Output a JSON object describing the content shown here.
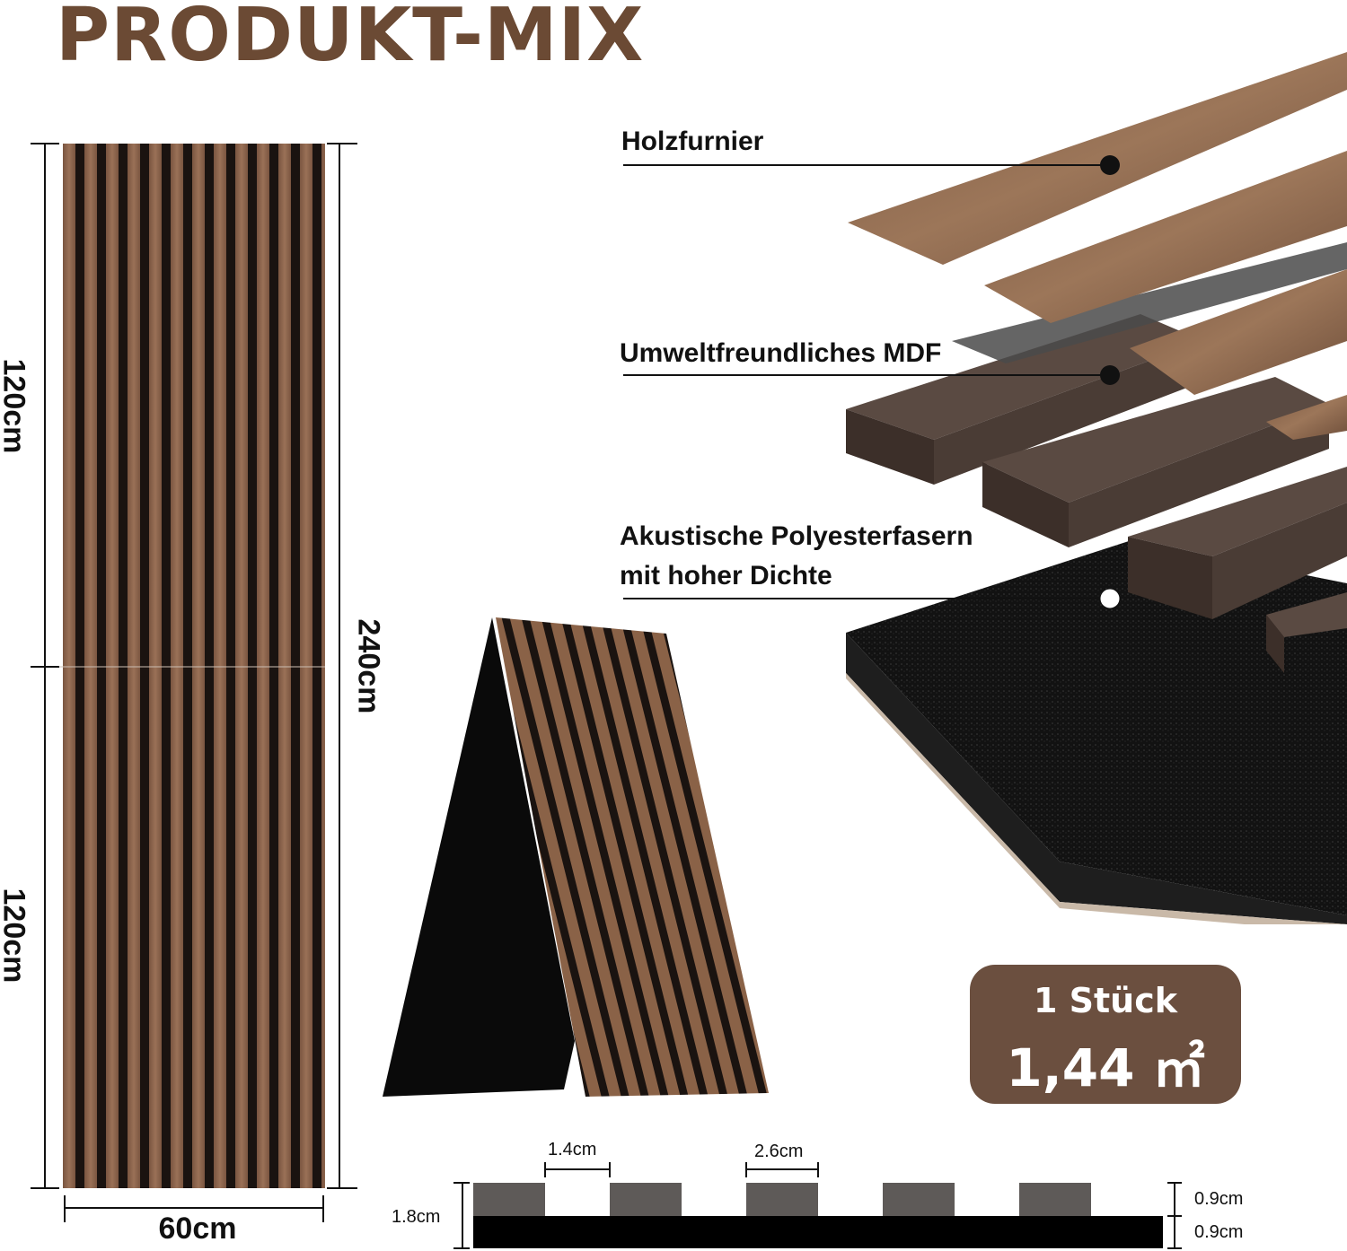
{
  "title": "PRODUKT-MIX",
  "panel_dims": {
    "upper_height": "120cm",
    "lower_height": "120cm",
    "total_height": "240cm",
    "width": "60cm"
  },
  "layers": {
    "veneer": "Holzfurnier",
    "mdf": "Umweltfreundliches MDF",
    "felt_line1": "Akustische Polyesterfasern",
    "felt_line2": "mit hoher Dichte"
  },
  "badge": {
    "line1": "1 Stück",
    "line2": "1,44 ㎡"
  },
  "profile_dims": {
    "gap": "1.4cm",
    "slat": "2.6cm",
    "total_thickness": "1.8cm",
    "slat_thickness": "0.9cm",
    "felt_thickness": "0.9cm"
  },
  "colors": {
    "brand_brown": "#6b4a34",
    "badge_bg": "#6b4f3f",
    "wood": "#8a6247",
    "mdf": "#4a3c35",
    "felt": "#141414"
  }
}
